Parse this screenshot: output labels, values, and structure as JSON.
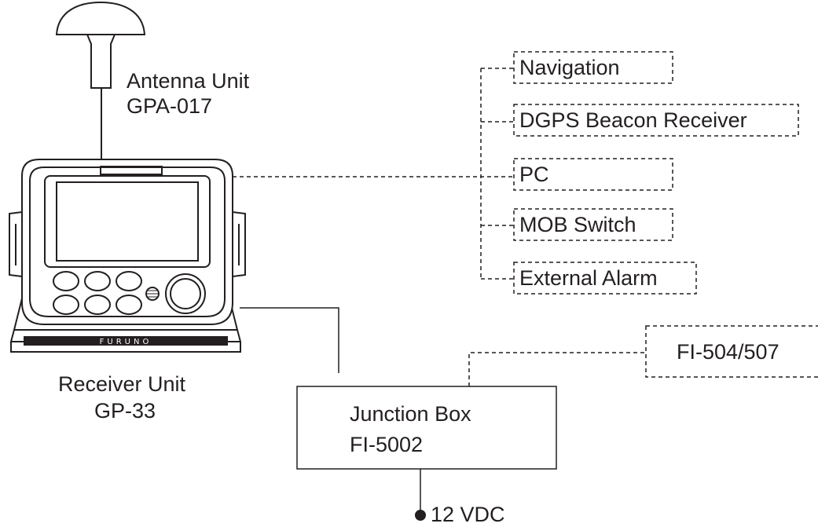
{
  "antenna": {
    "line1": "Antenna Unit",
    "line2": "GPA-017"
  },
  "receiver": {
    "line1": "Receiver Unit",
    "line2": "GP-33",
    "brand": "FURUNO"
  },
  "junction": {
    "line1": "Junction Box",
    "line2": "FI-5002"
  },
  "peripherals": [
    {
      "label": "Navigation"
    },
    {
      "label": "DGPS Beacon Receiver"
    },
    {
      "label": "PC"
    },
    {
      "label": "MOB Switch"
    },
    {
      "label": "External Alarm"
    }
  ],
  "instrument": {
    "label": "FI-504/507"
  },
  "power": {
    "label": "12 VDC"
  },
  "colors": {
    "line": "#231f20",
    "background": "#ffffff"
  }
}
